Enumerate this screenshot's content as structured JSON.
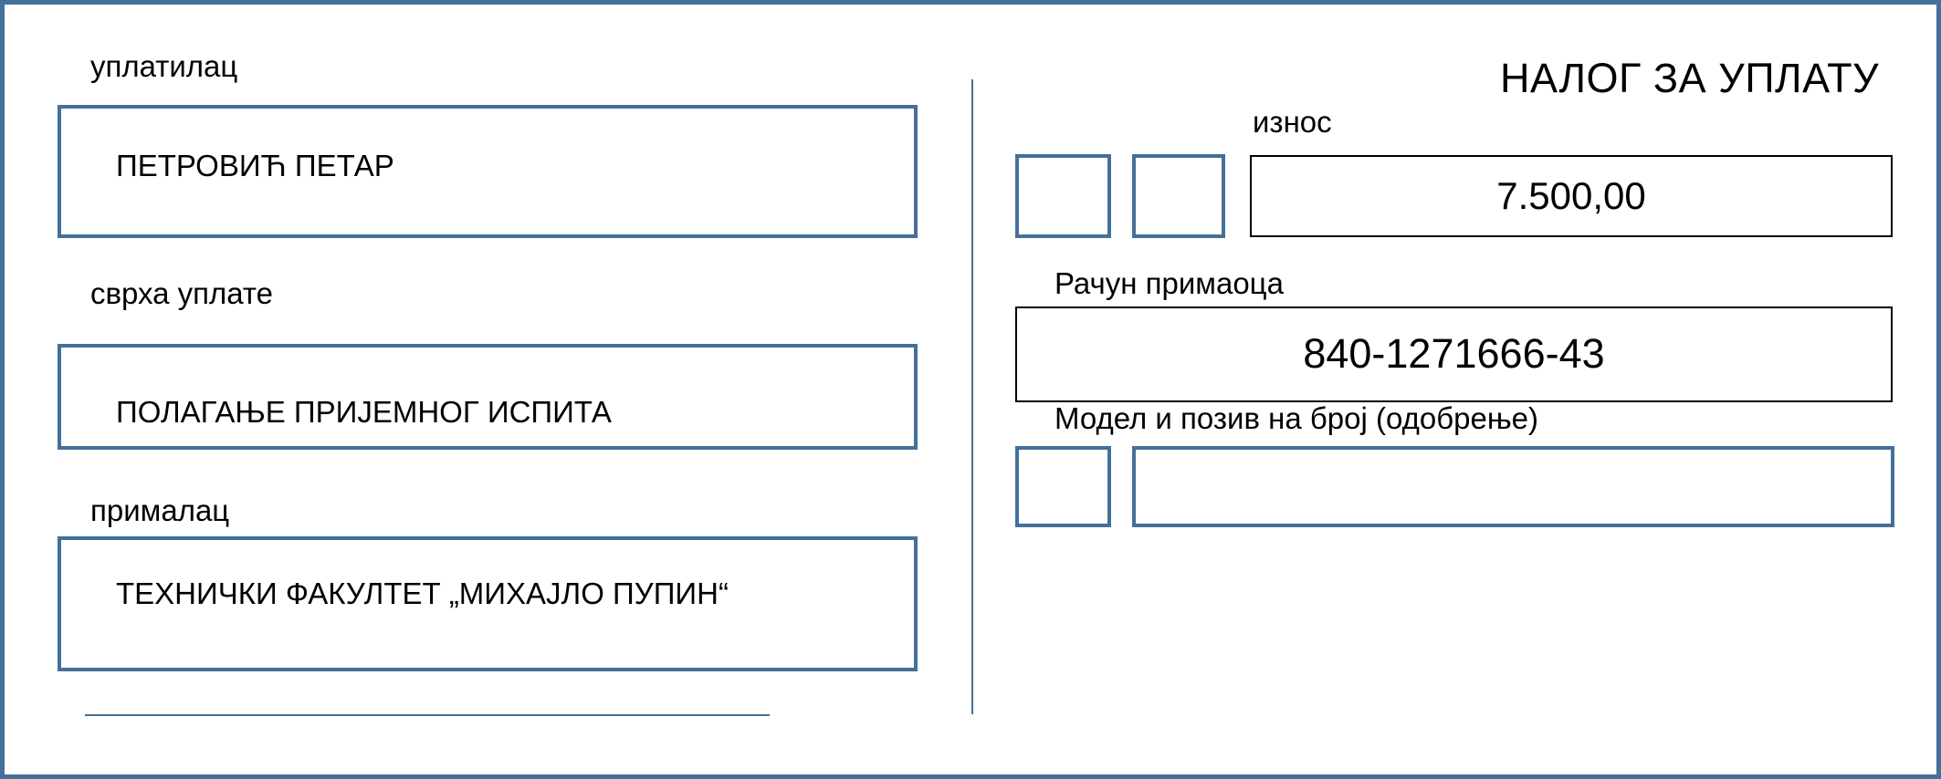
{
  "document": {
    "title": "НАЛОГ ЗА УПЛАТУ"
  },
  "payer": {
    "label": "уплатилац",
    "value": "ПЕТРОВИЋ ПЕТАР"
  },
  "purpose": {
    "label": "сврха уплате",
    "value": "ПОЛАГАЊЕ ПРИЈЕМНОГ ИСПИТА"
  },
  "recipient": {
    "label": "прималац",
    "value": "ТЕХНИЧКИ ФАКУЛТЕТ „МИХАЈЛО ПУПИН“"
  },
  "amount": {
    "label": "износ",
    "value": "7.500,00",
    "payment_code": "",
    "currency": ""
  },
  "recipient_account": {
    "label": "Рачун примаоца",
    "value": "840-1271666-43"
  },
  "reference": {
    "label": "Модел и позив на број (одобрење)",
    "model": "",
    "number": ""
  },
  "colors": {
    "border": "#44709a",
    "text": "#000000",
    "background": "#ffffff"
  }
}
